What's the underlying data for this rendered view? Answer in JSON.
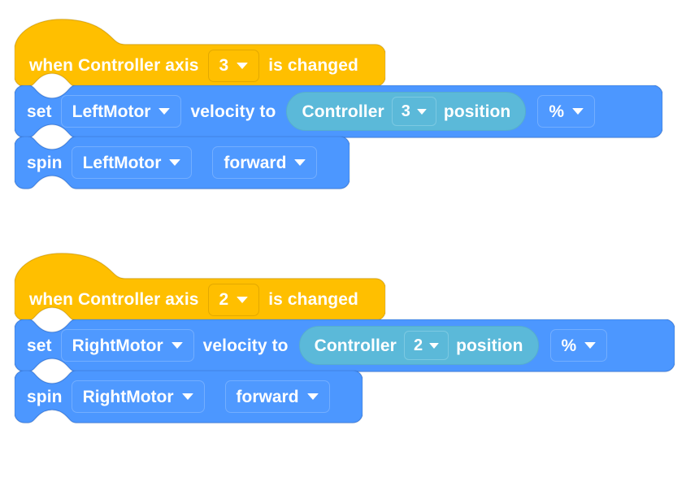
{
  "editor": {
    "name": "block-programming-workspace",
    "background": "#ffffff",
    "colors": {
      "event_block": "#ffbf00",
      "event_block_border": "#e3a900",
      "motion_block": "#4c97ff",
      "motion_block_border": "#3d7fe0",
      "motion_field": "#4f99ff",
      "motion_field_border": "#73aeff",
      "reporter": "#5bb9d9",
      "reporter_border": "#56aecd",
      "label_text": "#ffffff"
    }
  },
  "scripts": [
    {
      "id": "script-left-motor",
      "hat": {
        "name": "when-controller-axis-changed",
        "text_before": "when Controller axis",
        "axis_value": "3",
        "text_after": "is changed"
      },
      "blocks": [
        {
          "name": "set-motor-velocity",
          "keyword": "set",
          "motor": "LeftMotor",
          "middle_text": "velocity to",
          "reporter": {
            "name": "controller-axis-position",
            "prefix": "Controller",
            "axis_value": "3",
            "suffix": "position"
          },
          "units": "%"
        },
        {
          "name": "spin-motor",
          "keyword": "spin",
          "motor": "LeftMotor",
          "direction": "forward"
        }
      ]
    },
    {
      "id": "script-right-motor",
      "hat": {
        "name": "when-controller-axis-changed",
        "text_before": "when Controller axis",
        "axis_value": "2",
        "text_after": "is changed"
      },
      "blocks": [
        {
          "name": "set-motor-velocity",
          "keyword": "set",
          "motor": "RightMotor",
          "middle_text": "velocity to",
          "reporter": {
            "name": "controller-axis-position",
            "prefix": "Controller",
            "axis_value": "2",
            "suffix": "position"
          },
          "units": "%"
        },
        {
          "name": "spin-motor",
          "keyword": "spin",
          "motor": "RightMotor",
          "direction": "forward"
        }
      ]
    }
  ]
}
